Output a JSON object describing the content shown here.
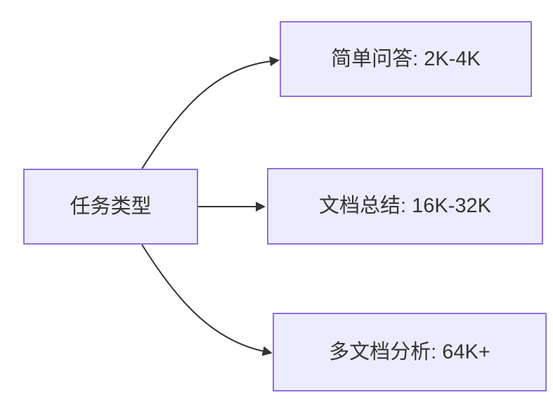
{
  "diagram": {
    "type": "flowchart",
    "direction": "left-to-right",
    "nodes": [
      {
        "id": "task-type",
        "label": "任务类型",
        "role": "source"
      },
      {
        "id": "simple-qa",
        "label": "简单问答: 2K-4K",
        "role": "target"
      },
      {
        "id": "doc-summary",
        "label": "文档总结: 16K-32K",
        "role": "target"
      },
      {
        "id": "multi-doc",
        "label": "多文档分析: 64K+",
        "role": "target"
      }
    ],
    "edges": [
      {
        "from": "task-type",
        "to": "simple-qa"
      },
      {
        "from": "task-type",
        "to": "doc-summary"
      },
      {
        "from": "task-type",
        "to": "multi-doc"
      }
    ]
  },
  "colors": {
    "node_fill": "#ECECFF",
    "node_border": "#9370DB",
    "edge": "#333333",
    "text": "#333333",
    "background": "#FFFFFF"
  }
}
